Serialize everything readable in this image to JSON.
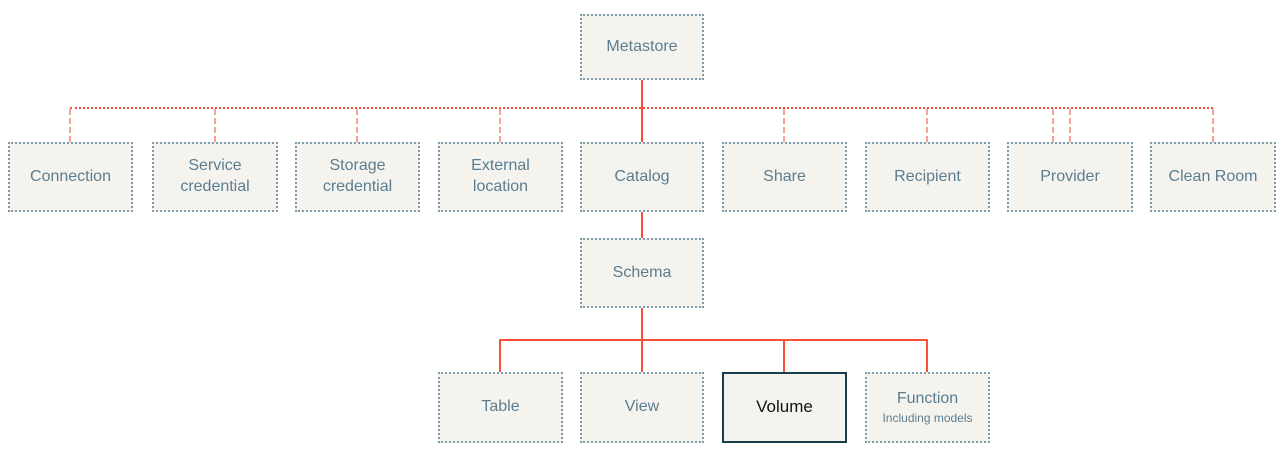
{
  "colors": {
    "box_fill": "#f5f3ee",
    "box_border": "#7e9cab",
    "label_text": "#5a7d91",
    "connector_solid": "#fa503a",
    "connector_dotted": "#f4523c",
    "connector_dash_light": "#f7a193",
    "highlight_border": "#173f4e",
    "highlight_text": "#111417"
  },
  "nodes": {
    "metastore": {
      "label": "Metastore"
    },
    "level2": [
      {
        "id": "connection",
        "label": "Connection"
      },
      {
        "id": "service-credential",
        "label": "Service credential"
      },
      {
        "id": "storage-credential",
        "label": "Storage credential"
      },
      {
        "id": "external-location",
        "label": "External location"
      },
      {
        "id": "catalog",
        "label": "Catalog"
      },
      {
        "id": "share",
        "label": "Share"
      },
      {
        "id": "recipient",
        "label": "Recipient"
      },
      {
        "id": "provider",
        "label": "Provider"
      },
      {
        "id": "clean-room",
        "label": "Clean Room"
      }
    ],
    "schema": {
      "label": "Schema"
    },
    "level4": [
      {
        "id": "table",
        "label": "Table"
      },
      {
        "id": "view",
        "label": "View"
      },
      {
        "id": "volume",
        "label": "Volume",
        "highlighted": true
      },
      {
        "id": "function",
        "label": "Function",
        "sublabel": "Including models"
      }
    ]
  }
}
